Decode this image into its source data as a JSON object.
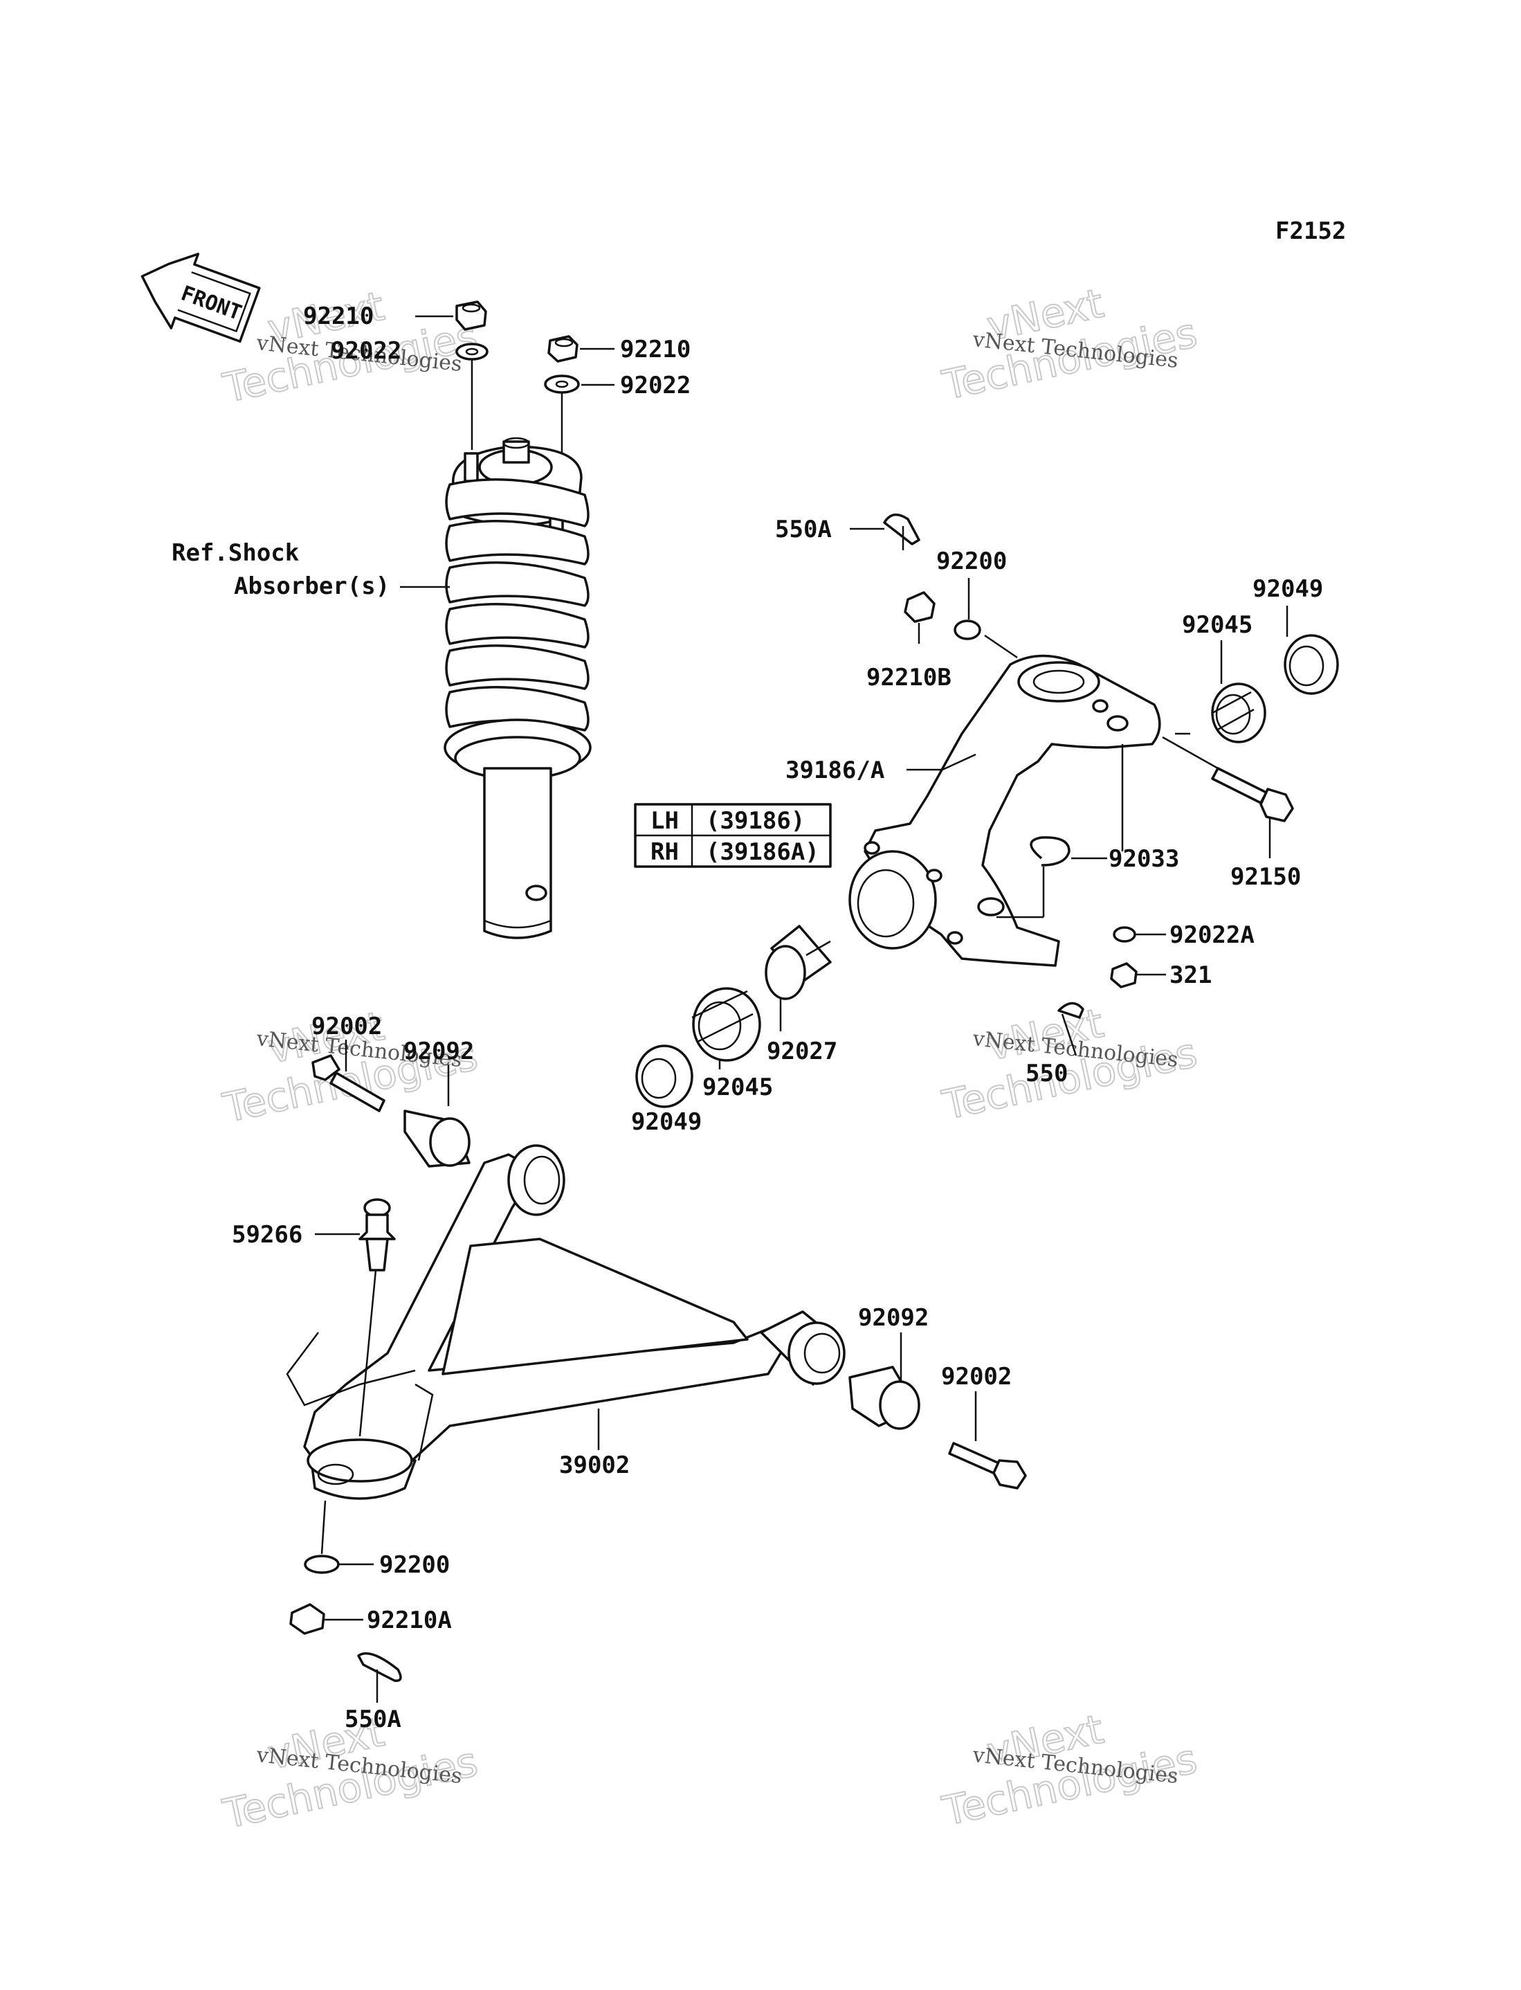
{
  "figure_code": "F2152",
  "front_label": "FRONT",
  "watermark": {
    "line1": "vNext",
    "line2": "Technologies",
    "small": "vNext Technologies"
  },
  "side_table": {
    "rows": [
      {
        "side": "LH",
        "part": "(39186)"
      },
      {
        "side": "RH",
        "part": "(39186A)"
      }
    ]
  },
  "ref_note": {
    "line1": "Ref.Shock",
    "line2": "Absorber(s)"
  },
  "callouts": {
    "nut_top_left": "92210",
    "washer_top_left": "92022",
    "nut_top_right": "92210",
    "washer_top_right": "92022",
    "cotter_pin_upper": "550A",
    "washer_knuckle_top": "92200",
    "castle_nut_knuckle": "92210B",
    "oil_seal_right": "92049",
    "bearing_right": "92045",
    "knuckle": "39186/A",
    "circlip": "92033",
    "bolt_knuckle": "92150",
    "washer_knuckle_bottom": "92022A",
    "nut_knuckle_bottom": "321",
    "spacer": "92027",
    "bearing_left": "92045",
    "oil_seal_left": "92049",
    "cotter_pin_knuckle": "550",
    "bolt_arm_left": "92002",
    "bushing_left": "92092",
    "ball_joint": "59266",
    "bushing_right": "92092",
    "bolt_arm_right": "92002",
    "lower_arm": "39002",
    "washer_arm": "92200",
    "castle_nut_arm": "92210A",
    "cotter_pin_arm": "550A"
  }
}
